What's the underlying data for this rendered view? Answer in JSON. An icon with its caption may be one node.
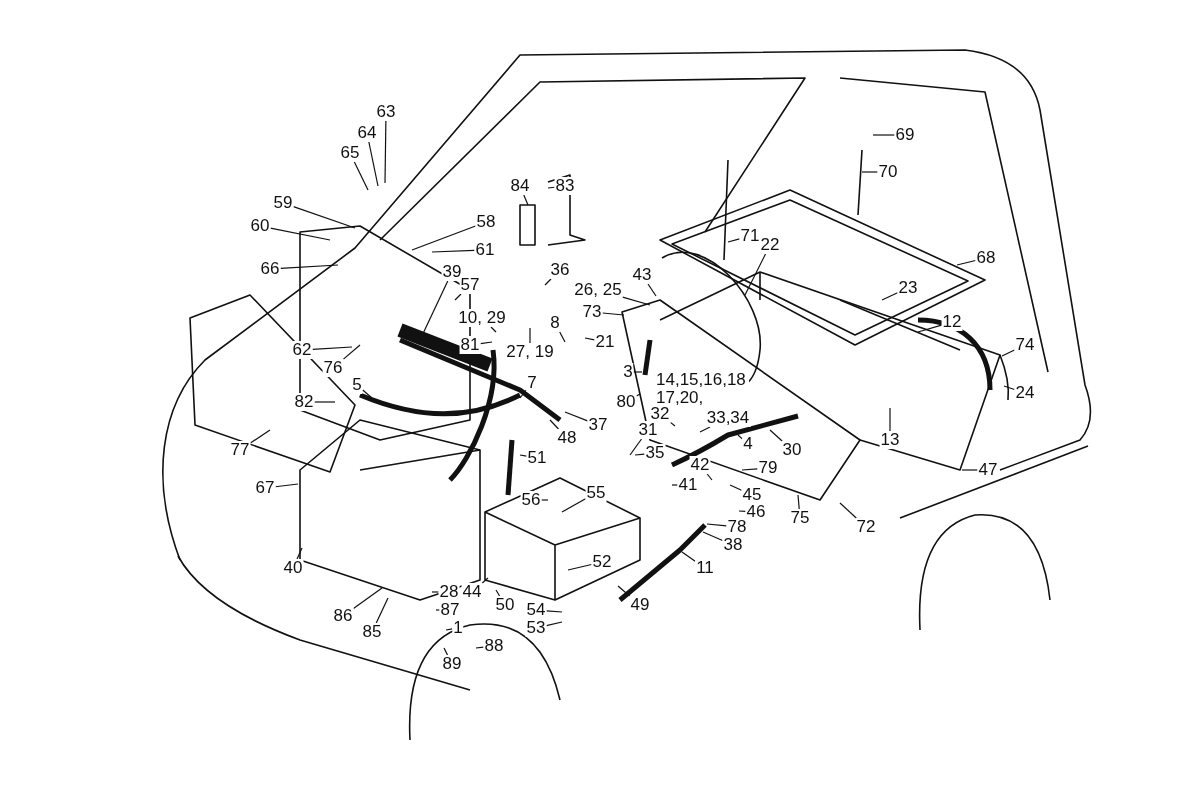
{
  "diagram": {
    "nodes": [
      {
        "text": [
          "63"
        ]
      },
      {
        "text": [
          "64"
        ]
      },
      {
        "text": [
          "65"
        ]
      },
      {
        "text": [
          "59"
        ]
      },
      {
        "text": [
          "60"
        ]
      },
      {
        "text": [
          "84"
        ]
      },
      {
        "text": [
          "83"
        ]
      },
      {
        "text": [
          "58"
        ]
      },
      {
        "text": [
          "61"
        ]
      },
      {
        "text": [
          "66"
        ]
      },
      {
        "text": [
          "39"
        ]
      },
      {
        "text": [
          "57"
        ]
      },
      {
        "text": [
          "36"
        ]
      },
      {
        "text": [
          "26, 25"
        ]
      },
      {
        "text": [
          "43"
        ]
      },
      {
        "text": [
          "73"
        ]
      },
      {
        "text": [
          "10, 29"
        ]
      },
      {
        "text": [
          "81"
        ]
      },
      {
        "text": [
          "27, 19"
        ]
      },
      {
        "text": [
          "8"
        ]
      },
      {
        "text": [
          "21"
        ]
      },
      {
        "text": [
          "62"
        ]
      },
      {
        "text": [
          "76"
        ]
      },
      {
        "text": [
          "5"
        ]
      },
      {
        "text": [
          "82"
        ]
      },
      {
        "text": [
          "3"
        ]
      },
      {
        "text": [
          "32"
        ]
      },
      {
        "text": [
          "33,34"
        ]
      },
      {
        "text": [
          "31"
        ]
      },
      {
        "text": [
          "35"
        ]
      },
      {
        "text": [
          "7"
        ]
      },
      {
        "text": [
          "37"
        ]
      },
      {
        "text": [
          "48"
        ]
      },
      {
        "text": [
          "80"
        ]
      },
      {
        "text": [
          "30"
        ]
      },
      {
        "text": [
          "4"
        ]
      },
      {
        "text": [
          "79"
        ]
      },
      {
        "text": [
          "42"
        ]
      },
      {
        "text": [
          "41"
        ]
      },
      {
        "text": [
          "45"
        ]
      },
      {
        "text": [
          "46"
        ]
      },
      {
        "text": [
          "78"
        ]
      },
      {
        "text": [
          "38"
        ]
      },
      {
        "text": [
          "11"
        ]
      },
      {
        "text": [
          "51"
        ]
      },
      {
        "text": [
          "56"
        ]
      },
      {
        "text": [
          "55"
        ]
      },
      {
        "text": [
          "52"
        ]
      },
      {
        "text": [
          "49"
        ]
      },
      {
        "text": [
          "54"
        ]
      },
      {
        "text": [
          "53"
        ]
      },
      {
        "text": [
          "50"
        ]
      },
      {
        "text": [
          "28"
        ]
      },
      {
        "text": [
          "44"
        ]
      },
      {
        "text": [
          "87"
        ]
      },
      {
        "text": [
          "1"
        ]
      },
      {
        "text": [
          "88"
        ]
      },
      {
        "text": [
          "89"
        ]
      },
      {
        "text": [
          "86"
        ]
      },
      {
        "text": [
          "85"
        ]
      },
      {
        "text": [
          "40"
        ]
      },
      {
        "text": [
          "67"
        ]
      },
      {
        "text": [
          "77"
        ]
      },
      {
        "text": [
          "47"
        ]
      },
      {
        "text": [
          "13"
        ]
      },
      {
        "text": [
          "12"
        ]
      },
      {
        "text": [
          "74"
        ]
      },
      {
        "text": [
          "24"
        ]
      },
      {
        "text": [
          "23"
        ]
      },
      {
        "text": [
          "22"
        ]
      },
      {
        "text": [
          "71"
        ]
      },
      {
        "text": [
          "68"
        ]
      },
      {
        "text": [
          "70"
        ]
      },
      {
        "text": [
          "69"
        ]
      },
      {
        "text": [
          "72"
        ]
      },
      {
        "text": [
          "75"
        ]
      }
    ],
    "edges": [
      {
        "from": 0,
        "to": null,
        "arrow": "none"
      },
      {
        "from": 1,
        "to": null,
        "arrow": "none"
      },
      {
        "from": 2,
        "to": null,
        "arrow": "none"
      },
      {
        "from": 3,
        "to": null,
        "arrow": "none"
      },
      {
        "from": 4,
        "to": null,
        "arrow": "none"
      },
      {
        "from": 5,
        "to": null,
        "arrow": "none"
      },
      {
        "from": 6,
        "to": null,
        "arrow": "none"
      },
      {
        "from": 7,
        "to": null,
        "arrow": "none"
      },
      {
        "from": 8,
        "to": null,
        "arrow": "none"
      },
      {
        "from": 9,
        "to": null,
        "arrow": "none"
      },
      {
        "from": 10,
        "to": null,
        "arrow": "none"
      },
      {
        "from": 11,
        "to": null,
        "arrow": "none"
      },
      {
        "from": 12,
        "to": null,
        "arrow": "none"
      },
      {
        "from": 13,
        "to": null,
        "arrow": "none"
      },
      {
        "from": 14,
        "to": null,
        "arrow": "none"
      },
      {
        "from": 15,
        "to": null,
        "arrow": "none"
      },
      {
        "from": 16,
        "to": null,
        "arrow": "none"
      },
      {
        "from": 17,
        "to": null,
        "arrow": "none"
      },
      {
        "from": 18,
        "to": null,
        "arrow": "none"
      },
      {
        "from": 19,
        "to": null,
        "arrow": "none"
      },
      {
        "from": 20,
        "to": null,
        "arrow": "none"
      },
      {
        "from": 21,
        "to": null,
        "arrow": "none"
      },
      {
        "from": 22,
        "to": null,
        "arrow": "none"
      },
      {
        "from": 23,
        "to": null,
        "arrow": "none"
      },
      {
        "from": 24,
        "to": null,
        "arrow": "none"
      },
      {
        "from": 25,
        "to": null,
        "arrow": "none"
      },
      {
        "from": 26,
        "to": null,
        "arrow": "none"
      },
      {
        "from": 27,
        "to": null,
        "arrow": "none"
      },
      {
        "from": 28,
        "to": null,
        "arrow": "none"
      },
      {
        "from": 29,
        "to": null,
        "arrow": "none"
      },
      {
        "from": 30,
        "to": null,
        "arrow": "none"
      },
      {
        "from": 31,
        "to": null,
        "arrow": "none"
      },
      {
        "from": 32,
        "to": null,
        "arrow": "none"
      },
      {
        "from": 33,
        "to": null,
        "arrow": "none"
      },
      {
        "from": 34,
        "to": null,
        "arrow": "none"
      },
      {
        "from": 35,
        "to": null,
        "arrow": "none"
      },
      {
        "from": 36,
        "to": null,
        "arrow": "none"
      },
      {
        "from": 37,
        "to": null,
        "arrow": "none"
      },
      {
        "from": 38,
        "to": null,
        "arrow": "none"
      },
      {
        "from": 39,
        "to": null,
        "arrow": "none"
      },
      {
        "from": 40,
        "to": null,
        "arrow": "none"
      },
      {
        "from": 41,
        "to": null,
        "arrow": "none"
      },
      {
        "from": 42,
        "to": null,
        "arrow": "none"
      },
      {
        "from": 43,
        "to": null,
        "arrow": "none"
      },
      {
        "from": 44,
        "to": null,
        "arrow": "none"
      },
      {
        "from": 45,
        "to": null,
        "arrow": "none"
      },
      {
        "from": 46,
        "to": null,
        "arrow": "none"
      },
      {
        "from": 47,
        "to": null,
        "arrow": "none"
      },
      {
        "from": 48,
        "to": null,
        "arrow": "none"
      },
      {
        "from": 49,
        "to": null,
        "arrow": "none"
      },
      {
        "from": 50,
        "to": null,
        "arrow": "none"
      },
      {
        "from": 51,
        "to": null,
        "arrow": "none"
      },
      {
        "from": 52,
        "to": null,
        "arrow": "none"
      },
      {
        "from": 53,
        "to": null,
        "arrow": "none"
      },
      {
        "from": 54,
        "to": null,
        "arrow": "none"
      },
      {
        "from": 55,
        "to": null,
        "arrow": "none"
      },
      {
        "from": 56,
        "to": null,
        "arrow": "none"
      },
      {
        "from": 57,
        "to": null,
        "arrow": "none"
      },
      {
        "from": 58,
        "to": null,
        "arrow": "none"
      },
      {
        "from": 59,
        "to": null,
        "arrow": "none"
      },
      {
        "from": 60,
        "to": null,
        "arrow": "none"
      },
      {
        "from": 61,
        "to": null,
        "arrow": "none"
      },
      {
        "from": 62,
        "to": null,
        "arrow": "none"
      },
      {
        "from": 63,
        "to": null,
        "arrow": "none"
      },
      {
        "from": 64,
        "to": null,
        "arrow": "none"
      },
      {
        "from": 65,
        "to": null,
        "arrow": "none"
      },
      {
        "from": 66,
        "to": null,
        "arrow": "none"
      },
      {
        "from": 67,
        "to": null,
        "arrow": "none"
      },
      {
        "from": 68,
        "to": null,
        "arrow": "none"
      },
      {
        "from": 69,
        "to": null,
        "arrow": "none"
      },
      {
        "from": 70,
        "to": null,
        "arrow": "none"
      },
      {
        "from": 71,
        "to": null,
        "arrow": "none"
      },
      {
        "from": 72,
        "to": null,
        "arrow": "none"
      },
      {
        "from": 73,
        "to": null,
        "arrow": "none"
      },
      {
        "from": 74,
        "to": null,
        "arrow": "none"
      },
      {
        "from": 75,
        "to": null,
        "arrow": "none"
      }
    ],
    "labels": [
      "14,15,16,18 17,20,"
    ]
  }
}
